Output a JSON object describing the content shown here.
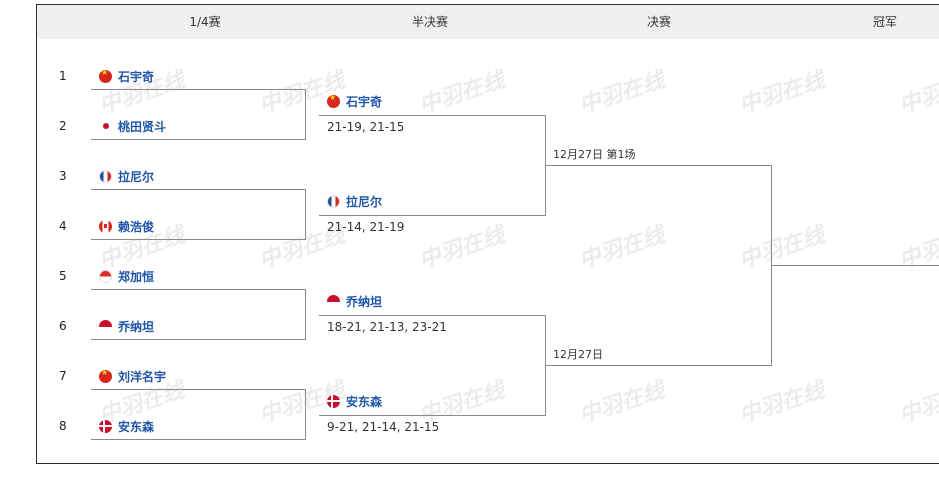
{
  "rounds": [
    "1/4赛",
    "半决赛",
    "决赛",
    "冠军"
  ],
  "seeds": [
    "1",
    "2",
    "3",
    "4",
    "5",
    "6",
    "7",
    "8"
  ],
  "quarterfinals": [
    {
      "name": "石宇奇",
      "flag": "china"
    },
    {
      "name": "桃田贤斗",
      "flag": "japan"
    },
    {
      "name": "拉尼尔",
      "flag": "france"
    },
    {
      "name": "赖浩俊",
      "flag": "canada"
    },
    {
      "name": "郑加恒",
      "flag": "singapore"
    },
    {
      "name": "乔纳坦",
      "flag": "indonesia"
    },
    {
      "name": "刘洋名宇",
      "flag": "china"
    },
    {
      "name": "安东森",
      "flag": "denmark"
    }
  ],
  "semifinals": [
    {
      "name": "石宇奇",
      "flag": "china",
      "score": "21-19, 21-15"
    },
    {
      "name": "拉尼尔",
      "flag": "france",
      "score": "21-14, 21-19"
    },
    {
      "name": "乔纳坦",
      "flag": "indonesia",
      "score": "18-21, 21-13, 23-21"
    },
    {
      "name": "安东森",
      "flag": "denmark",
      "score": "9-21, 21-14, 21-15"
    }
  ],
  "finals": [
    {
      "info": "12月27日 第1场"
    },
    {
      "info": "12月27日"
    }
  ],
  "watermark": "中羽在线"
}
